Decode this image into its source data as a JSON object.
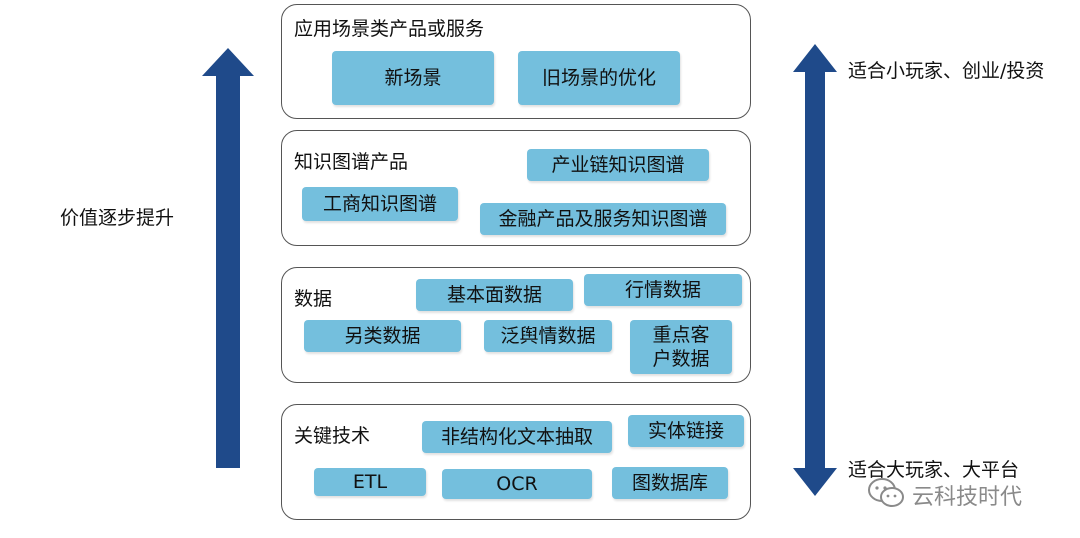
{
  "left_label": "价值逐步提升",
  "right_top_label": "适合小玩家、创业/投资",
  "right_bottom_label": "适合大玩家、大平台",
  "watermark": "云科技时代",
  "colors": {
    "chip": "#74bfdd",
    "arrow": "#1f4a8a",
    "border": "#555555"
  },
  "layers": {
    "app": {
      "title": "应用场景类产品或服务",
      "chips": [
        "新场景",
        "旧场景的优化"
      ]
    },
    "kg": {
      "title": "知识图谱产品",
      "chips": [
        "产业链知识图谱",
        "工商知识图谱",
        "金融产品及服务知识图谱"
      ]
    },
    "data": {
      "title": "数据",
      "chips": [
        "基本面数据",
        "行情数据",
        "另类数据",
        "泛舆情数据",
        "重点客户数据"
      ]
    },
    "tech": {
      "title": "关键技术",
      "chips": [
        "非结构化文本抽取",
        "实体链接",
        "ETL",
        "OCR",
        "图数据库"
      ]
    }
  }
}
